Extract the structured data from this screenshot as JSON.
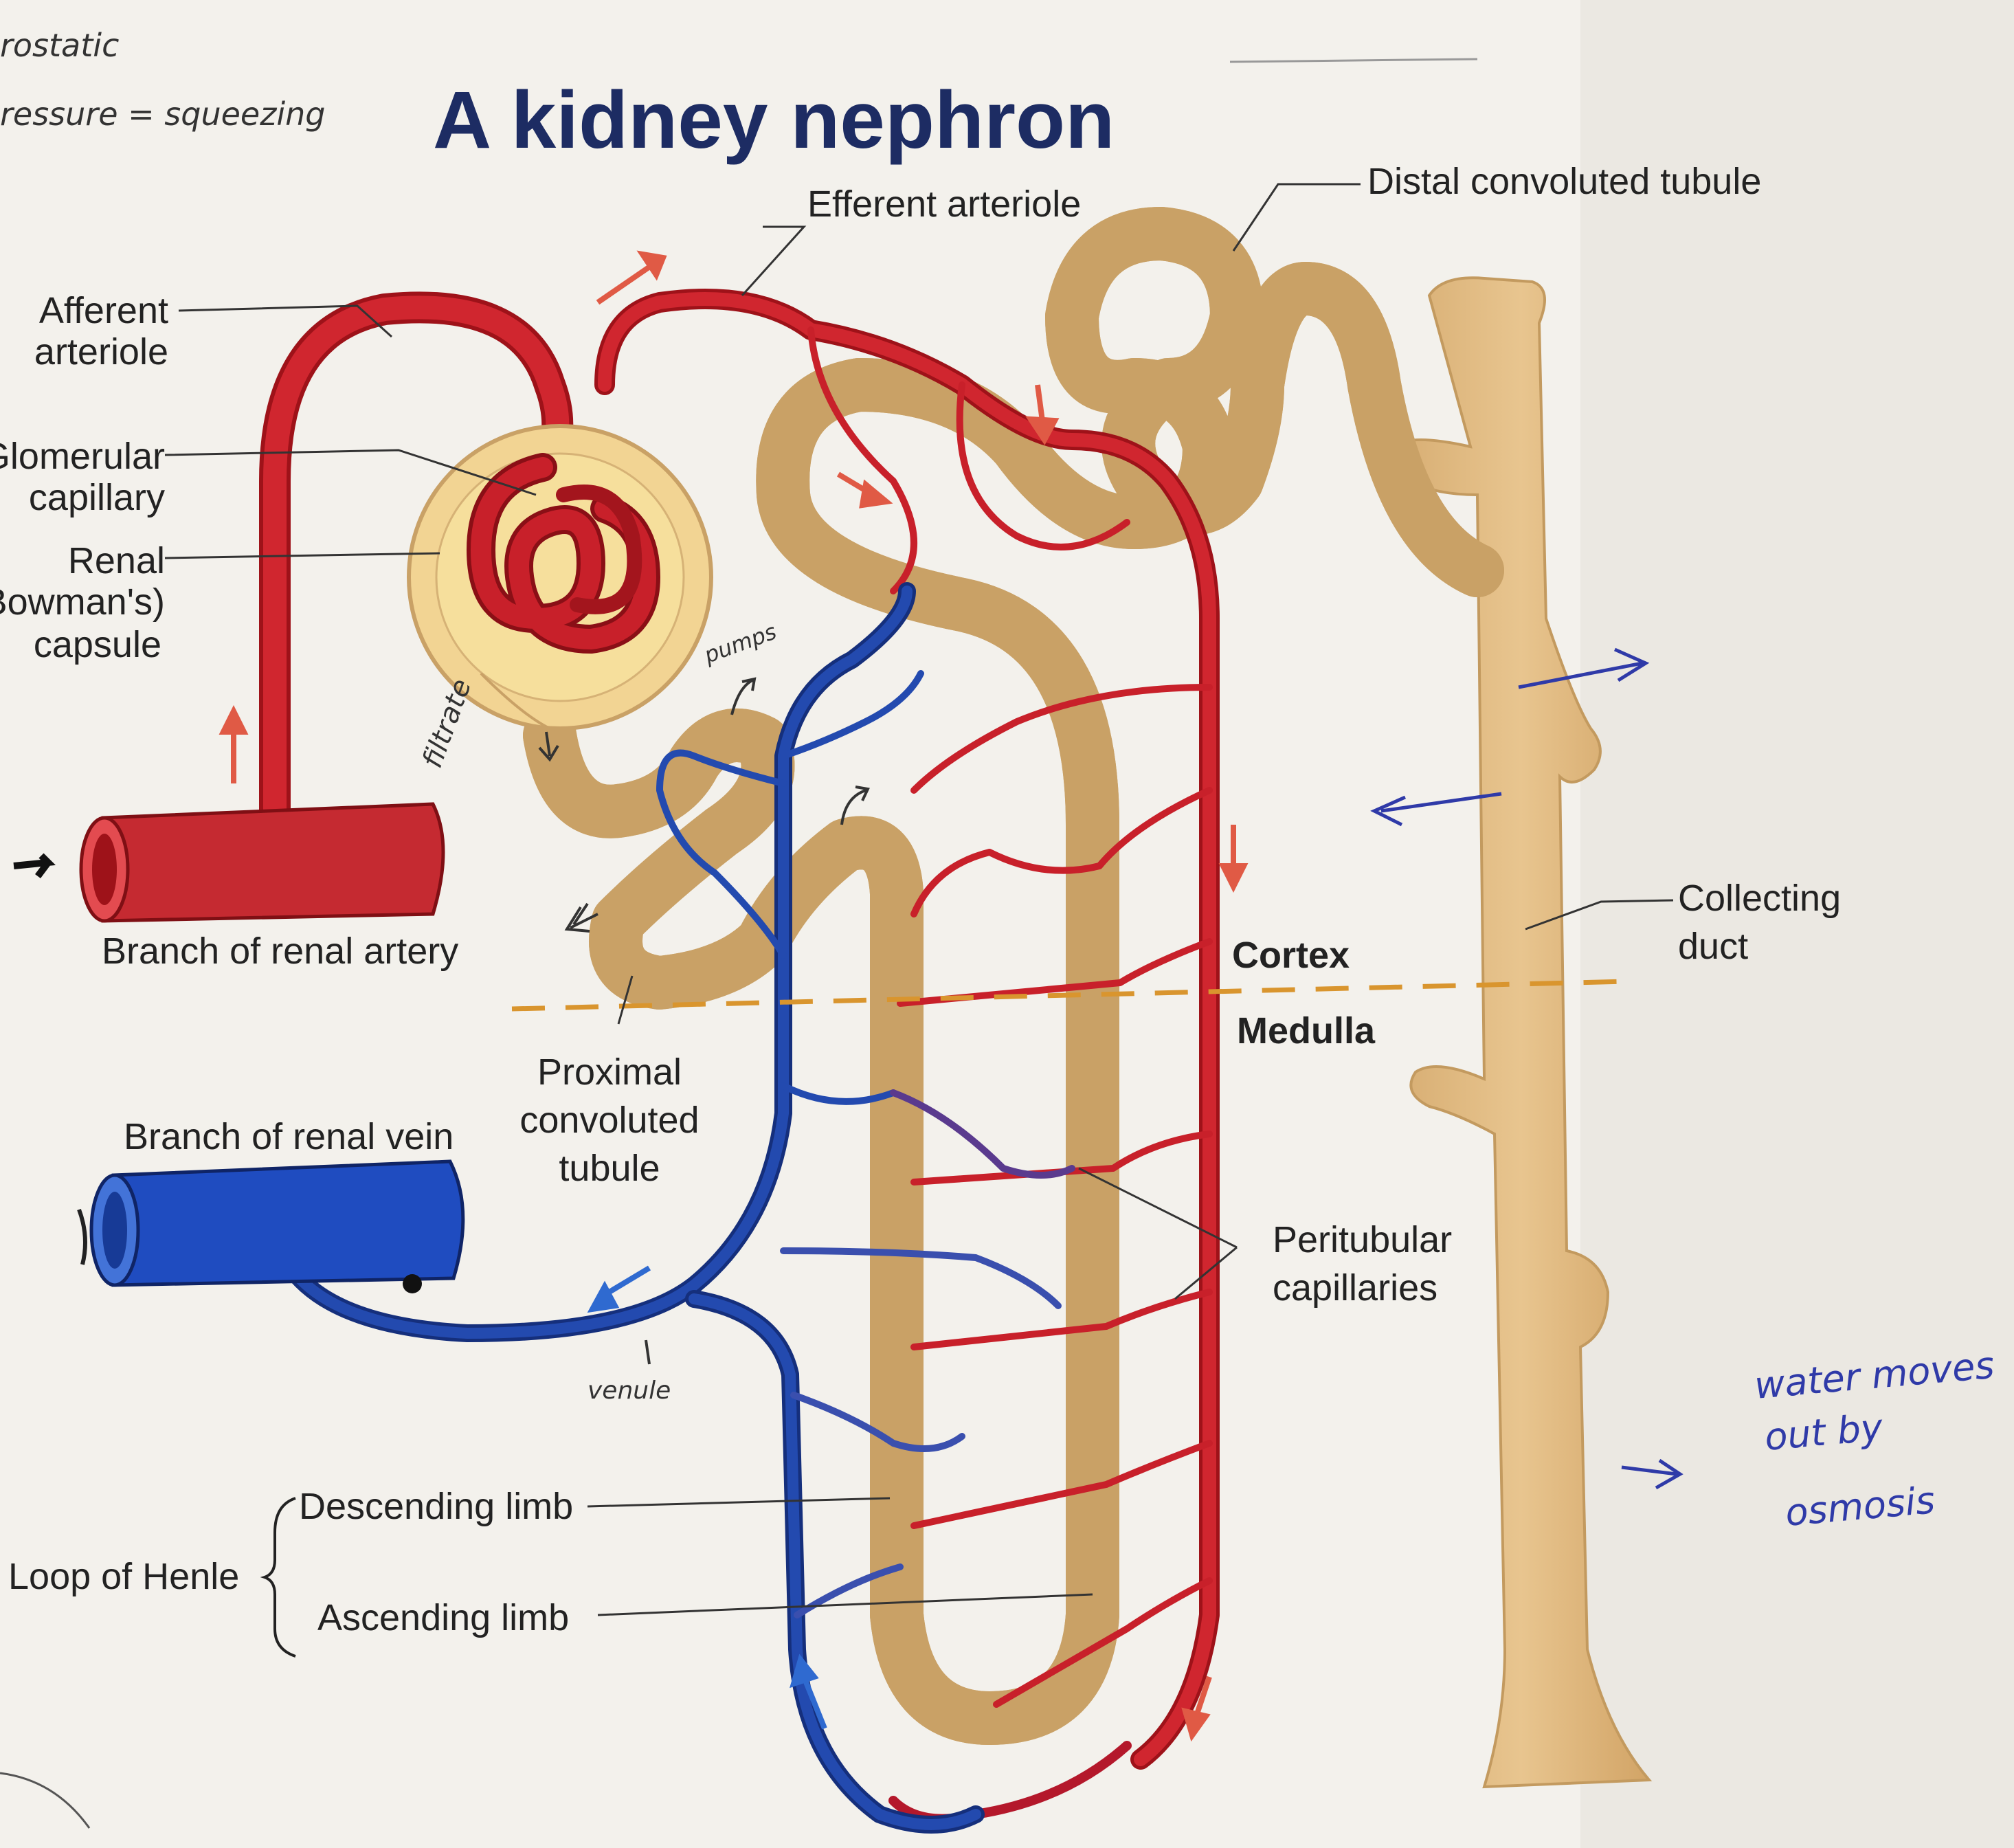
{
  "title": "A kidney nephron",
  "labels": {
    "afferent_arteriole": [
      "Afferent",
      "arteriole"
    ],
    "glomerular_capillary": [
      "Glomerular",
      "capillary"
    ],
    "renal_capsule": [
      "Renal",
      "Bowman's)",
      "capsule"
    ],
    "branch_renal_artery": "Branch of renal artery",
    "branch_renal_vein": "Branch of renal vein",
    "efferent_arteriole": "Efferent arteriole",
    "distal_tubule": "Distal convoluted tubule",
    "proximal_tubule": [
      "Proximal",
      "convoluted",
      "tubule"
    ],
    "collecting_duct": [
      "Collecting",
      "duct"
    ],
    "cortex": "Cortex",
    "medulla": "Medulla",
    "peritubular": [
      "Peritubular",
      "capillaries"
    ],
    "loop_of_henle": "Loop of Henle",
    "descending_limb": "Descending limb",
    "ascending_limb": "Ascending limb"
  },
  "handwritten": {
    "top_left": [
      "rostatic",
      "ressure = squeezing"
    ],
    "filtrate": "filtrate",
    "pumps": "pumps",
    "venule": "venule",
    "water_note": [
      "water moves",
      "out by",
      "osmosis"
    ]
  },
  "colors": {
    "artery": "#c8202a",
    "vein": "#1f3f9e",
    "tubule": "#e9c58c",
    "tubule_edge": "#c9a166",
    "capsule": "#f2d493",
    "cortex_line": "#d9952e"
  }
}
